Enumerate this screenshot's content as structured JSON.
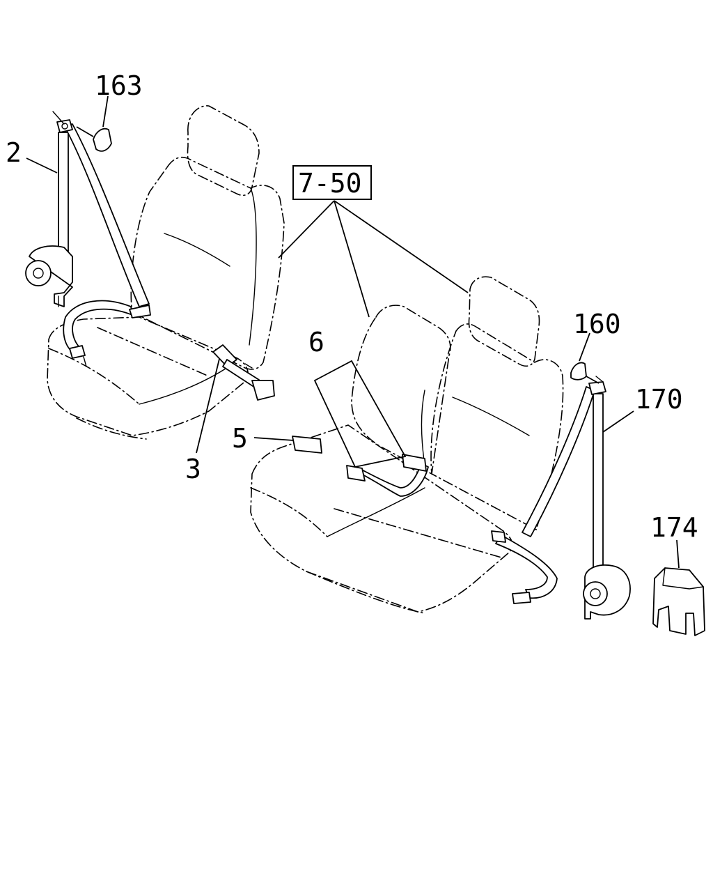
{
  "callouts": {
    "part_163": "163",
    "part_2": "2",
    "ref_7_50": "7-50",
    "part_6": "6",
    "part_160": "160",
    "part_170": "170",
    "part_5": "5",
    "part_3": "3",
    "part_174": "174"
  }
}
